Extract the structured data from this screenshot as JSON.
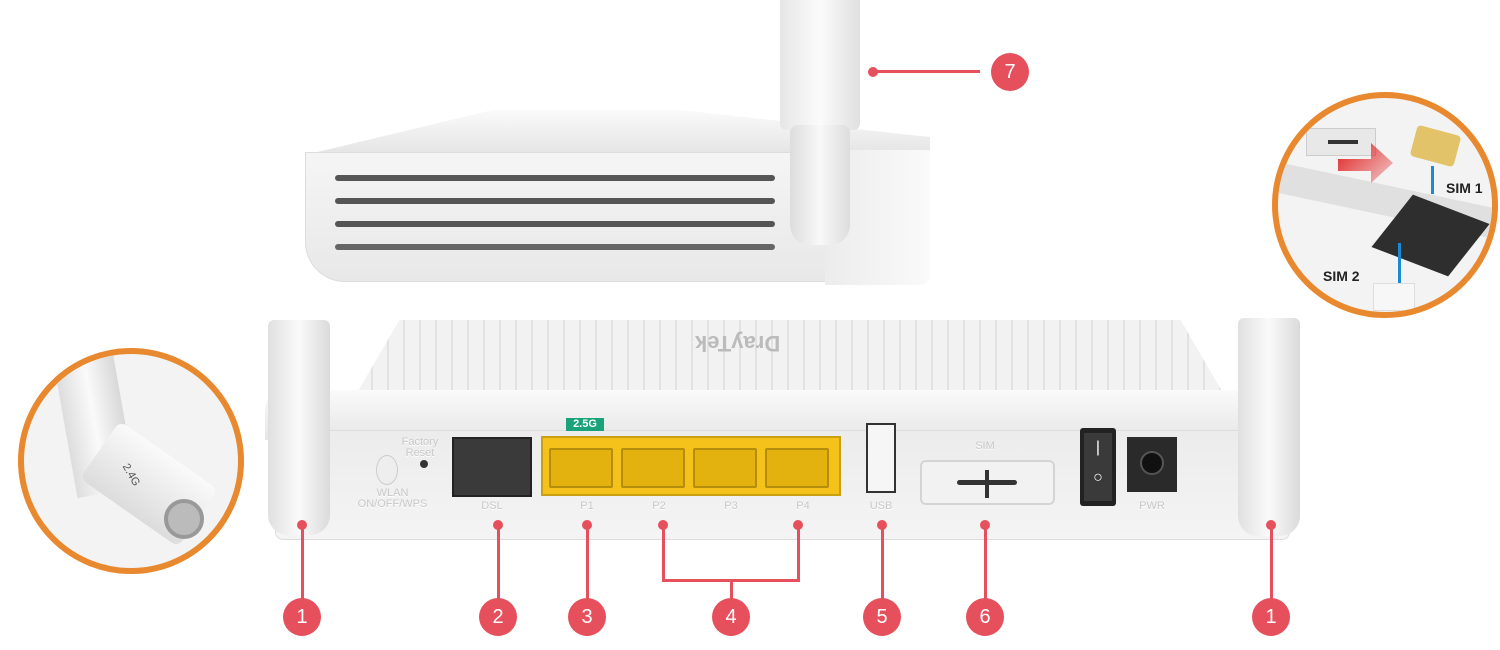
{
  "colors": {
    "marker": "#e5505c",
    "ring": "#e9892f",
    "port_yellow": "#f4c21a",
    "badge_green": "#1aa37a"
  },
  "logo": "DrayTek",
  "panel_labels": {
    "wlan": "WLAN ON/OFF/WPS",
    "reset": "Factory Reset",
    "dsl": "DSL",
    "badge": "2.5G",
    "p1": "P1",
    "p2": "P2",
    "p3": "P3",
    "p4": "P4",
    "usb": "USB",
    "sim": "SIM",
    "pwr": "PWR"
  },
  "antenna_label": "2.4G",
  "sim_inset": {
    "sim1": "SIM 1",
    "sim2": "SIM 2"
  },
  "callouts": {
    "c1a": "1",
    "c2": "2",
    "c3": "3",
    "c4": "4",
    "c5": "5",
    "c6": "6",
    "c1b": "1",
    "c7": "7"
  }
}
